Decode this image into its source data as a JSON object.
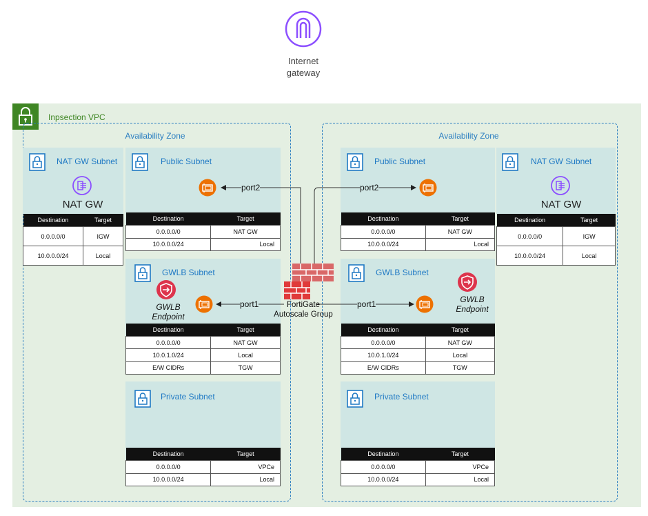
{
  "internet_gateway": {
    "label_line1": "Internet",
    "label_line2": "gateway",
    "icon": "internet-gateway-icon"
  },
  "vpc": {
    "label": "Inpsection VPC",
    "icon": "vpc-lock-icon"
  },
  "az": {
    "left_label": "Availability Zone",
    "right_label": "Availability Zone"
  },
  "subnets": {
    "nat_left": "NAT GW Subnet",
    "nat_right": "NAT GW Subnet",
    "public_left": "Public Subnet",
    "public_right": "Public Subnet",
    "gwlb_left": "GWLB Subnet",
    "gwlb_right": "GWLB Subnet",
    "private_left": "Private Subnet",
    "private_right": "Private Subnet"
  },
  "nat_gw": {
    "label": "NAT GW"
  },
  "gwlb_endpoint": {
    "line1": "GWLB",
    "line2": "Endpoint"
  },
  "fortigate": {
    "line1": "FortiGate",
    "line2": "Autoscale Group"
  },
  "ports": {
    "port1": "port1",
    "port2": "port2"
  },
  "tables": {
    "headers": {
      "destination": "Destination",
      "target": "Target"
    },
    "nat": [
      {
        "dest": "0.0.0.0/0",
        "target": "IGW"
      },
      {
        "dest": "10.0.0.0/24",
        "target": "Local"
      }
    ],
    "public": [
      {
        "dest": "0.0.0.0/0",
        "target": "NAT GW"
      },
      {
        "dest": "10.0.0.0/24",
        "target": "Local"
      }
    ],
    "gwlb": [
      {
        "dest": "0.0.0.0/0",
        "target": "NAT GW"
      },
      {
        "dest": "10.0.1.0/24",
        "target": "Local"
      },
      {
        "dest": "E/W CIDRs",
        "target": "TGW"
      }
    ],
    "private": [
      {
        "dest": "0.0.0.0/0",
        "target": "VPCe"
      },
      {
        "dest": "10.0.0.0/24",
        "target": "Local"
      }
    ]
  },
  "colors": {
    "vpc_green": "#3f8624",
    "az_blue": "#2c7fc1",
    "subnet_fill": "#cfe6e4",
    "igw_purple": "#8c4fff",
    "eni_orange": "#ed7100",
    "gwlb_red": "#dd344c",
    "firewall_red": "#d13c3c"
  }
}
